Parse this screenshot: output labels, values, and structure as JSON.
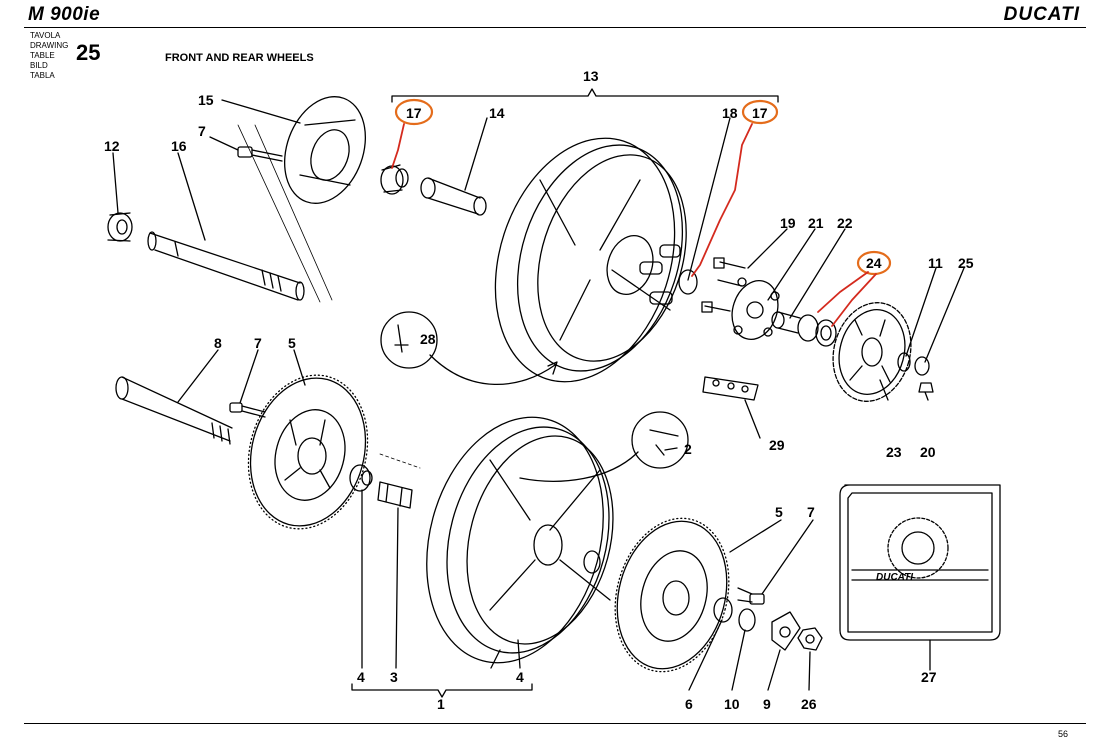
{
  "header": {
    "model": "M 900ie",
    "brand": "DUCATI"
  },
  "table_labels": [
    "TAVOLA",
    "DRAWING",
    "TABLE",
    "BILD",
    "TABLA"
  ],
  "table_number": "25",
  "title": "FRONT AND REAR WHEELS",
  "page_number": "56",
  "stroke_color": "#000000",
  "highlight_color": "#e46c1b",
  "callouts": {
    "c13": "13",
    "c15": "15",
    "c7a": "7",
    "c12": "12",
    "c16": "16",
    "c17a": "17",
    "c14": "14",
    "c18": "18",
    "c17b": "17",
    "c19": "19",
    "c21": "21",
    "c22": "22",
    "c24": "24",
    "c11": "11",
    "c25": "25",
    "c28": "28",
    "c29": "29",
    "c23": "23",
    "c20": "20",
    "c8": "8",
    "c7b": "7",
    "c5a": "5",
    "c2": "2",
    "c5b": "5",
    "c7c": "7",
    "c27": "27",
    "c4a": "4",
    "c3": "3",
    "c4b": "4",
    "c1": "1",
    "c6": "6",
    "c10": "10",
    "c9": "9",
    "c26": "26"
  },
  "sprocket_cover_logo": "DUCATI"
}
